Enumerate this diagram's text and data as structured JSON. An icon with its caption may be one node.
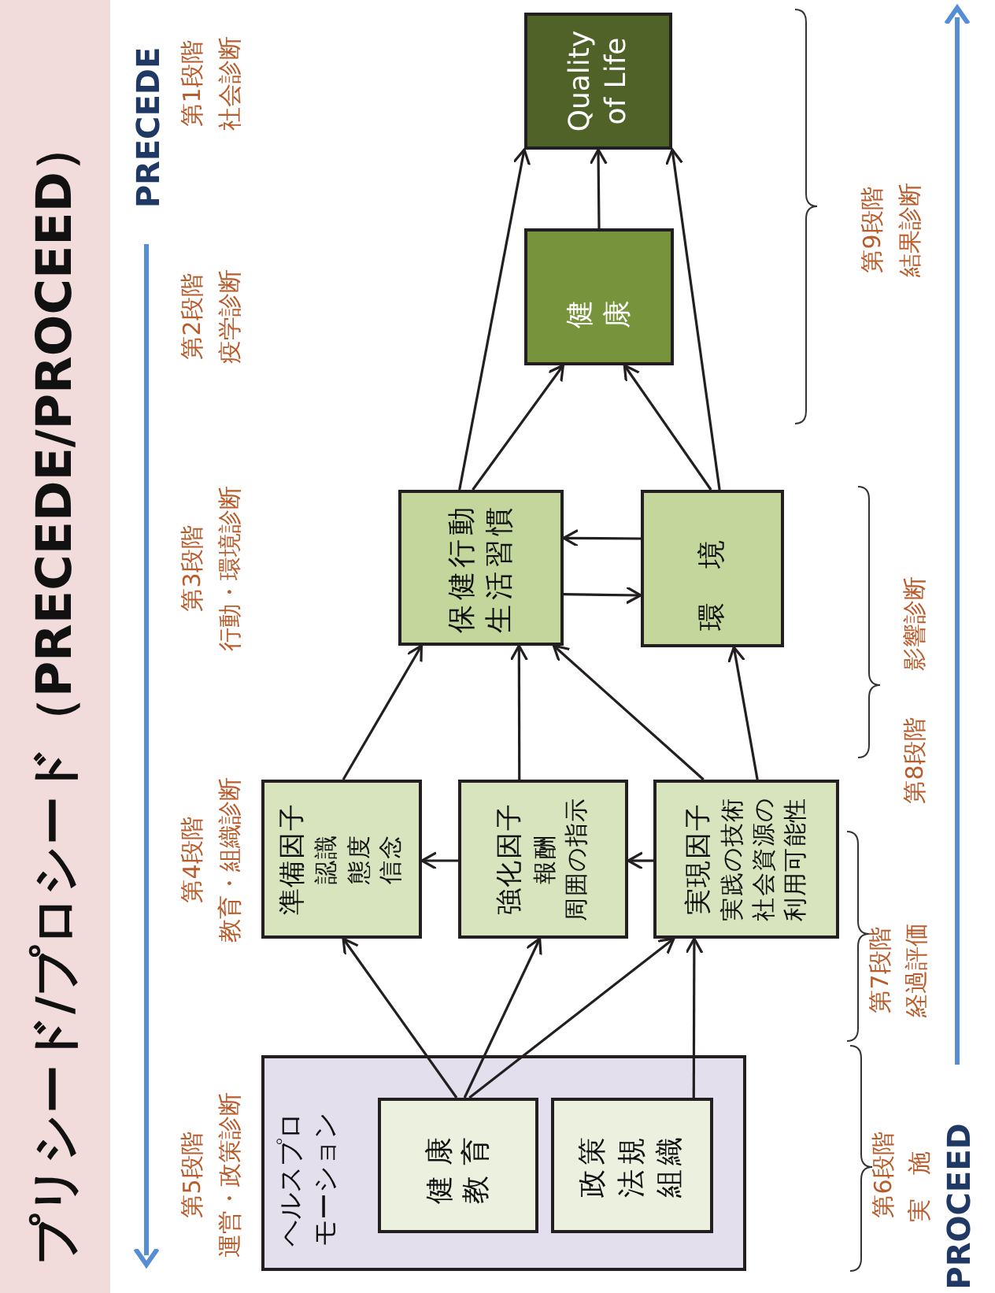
{
  "diagram": {
    "title": "プリシード/プロシード（PRECEDE/PROCEED）",
    "nodes": [
      {
        "text": [
          "Quality of Life"
        ]
      },
      {
        "text": [
          "健康"
        ]
      },
      {
        "text": [
          "保健行動",
          "生活習慣"
        ]
      },
      {
        "text": [
          "環境"
        ]
      },
      {
        "text": [
          "準備因子",
          "認識",
          "態度",
          "信念"
        ]
      },
      {
        "text": [
          "強化因子",
          "報酬",
          "周囲の指示"
        ]
      },
      {
        "text": [
          "実現因子",
          "実践の技術",
          "社会資源の利用可能性"
        ]
      },
      {
        "text": [
          "ヘルスプロモーション"
        ]
      },
      {
        "text": [
          "健康教育"
        ],
        "in": 7
      },
      {
        "text": [
          "政策",
          "法規",
          "組織"
        ],
        "in": 7
      }
    ],
    "edges": [
      {
        "from": 1,
        "to": 0,
        "arrow": "to"
      },
      {
        "from": 2,
        "to": 0,
        "arrow": "to"
      },
      {
        "from": 3,
        "to": 0,
        "arrow": "to"
      },
      {
        "from": 2,
        "to": 1,
        "arrow": "to"
      },
      {
        "from": 3,
        "to": 1,
        "arrow": "to"
      },
      {
        "from": 3,
        "to": 2,
        "arrow": "to"
      },
      {
        "from": 2,
        "to": 3,
        "arrow": "to"
      },
      {
        "from": 4,
        "to": 2,
        "arrow": "to"
      },
      {
        "from": 5,
        "to": 2,
        "arrow": "to"
      },
      {
        "from": 6,
        "to": 2,
        "arrow": "to"
      },
      {
        "from": 6,
        "to": 3,
        "arrow": "to"
      },
      {
        "from": 5,
        "to": 4,
        "arrow": "to"
      },
      {
        "from": 6,
        "to": 5,
        "arrow": "to"
      },
      {
        "from": 8,
        "to": 4,
        "arrow": "to"
      },
      {
        "from": 8,
        "to": 5,
        "arrow": "to"
      },
      {
        "from": 8,
        "to": 6,
        "arrow": "to"
      },
      {
        "from": 9,
        "to": 6,
        "arrow": "to"
      }
    ],
    "labels": [
      "PRECEDE",
      "第1段階",
      "社会診断",
      "第2段階",
      "疫学診断",
      "第3段階",
      "行動・環境診断",
      "第4段階",
      "教育・組織診断",
      "第5段階",
      "運営・政策診断",
      "第9段階",
      "結果診断",
      "第8段階",
      "影響診断",
      "第7段階",
      "経過評価",
      "第6段階",
      "実施",
      "PROCEED"
    ]
  }
}
